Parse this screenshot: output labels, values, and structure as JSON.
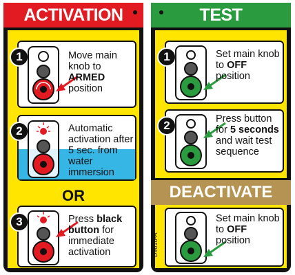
{
  "left": {
    "title": "ACTIVATION",
    "steps": [
      {
        "number": "1",
        "parts": [
          {
            "t": "Move main knob to "
          },
          {
            "b": "ARMED"
          },
          {
            "t": " position"
          }
        ]
      },
      {
        "number": "2",
        "parts": [
          {
            "t": "Automatic activation after 5 sec. from water immersion"
          }
        ]
      },
      {
        "number": "3",
        "parts": [
          {
            "t": "Press "
          },
          {
            "b": "black button"
          },
          {
            "t": " for immediate activation"
          }
        ]
      }
    ],
    "or_label": "OR"
  },
  "right": {
    "title": "TEST",
    "steps": [
      {
        "number": "1",
        "parts": [
          {
            "t": "Set main knob to "
          },
          {
            "b": "OFF"
          },
          {
            "t": " position"
          }
        ]
      },
      {
        "number": "2",
        "parts": [
          {
            "t": "Press button for "
          },
          {
            "b": "5 seconds"
          },
          {
            "t": " and wait test sequence"
          }
        ]
      }
    ],
    "deactivate_title": "DEACTIVATE",
    "deactivate_step": {
      "parts": [
        {
          "t": "Set main knob to "
        },
        {
          "b": "OFF"
        },
        {
          "t": " position"
        }
      ]
    },
    "code": "D9018-A"
  },
  "colors": {
    "red": "#e21b23",
    "green": "#2a9b3f",
    "yellow": "#ffe500",
    "tan": "#b59352",
    "water": "#36b6e5"
  }
}
